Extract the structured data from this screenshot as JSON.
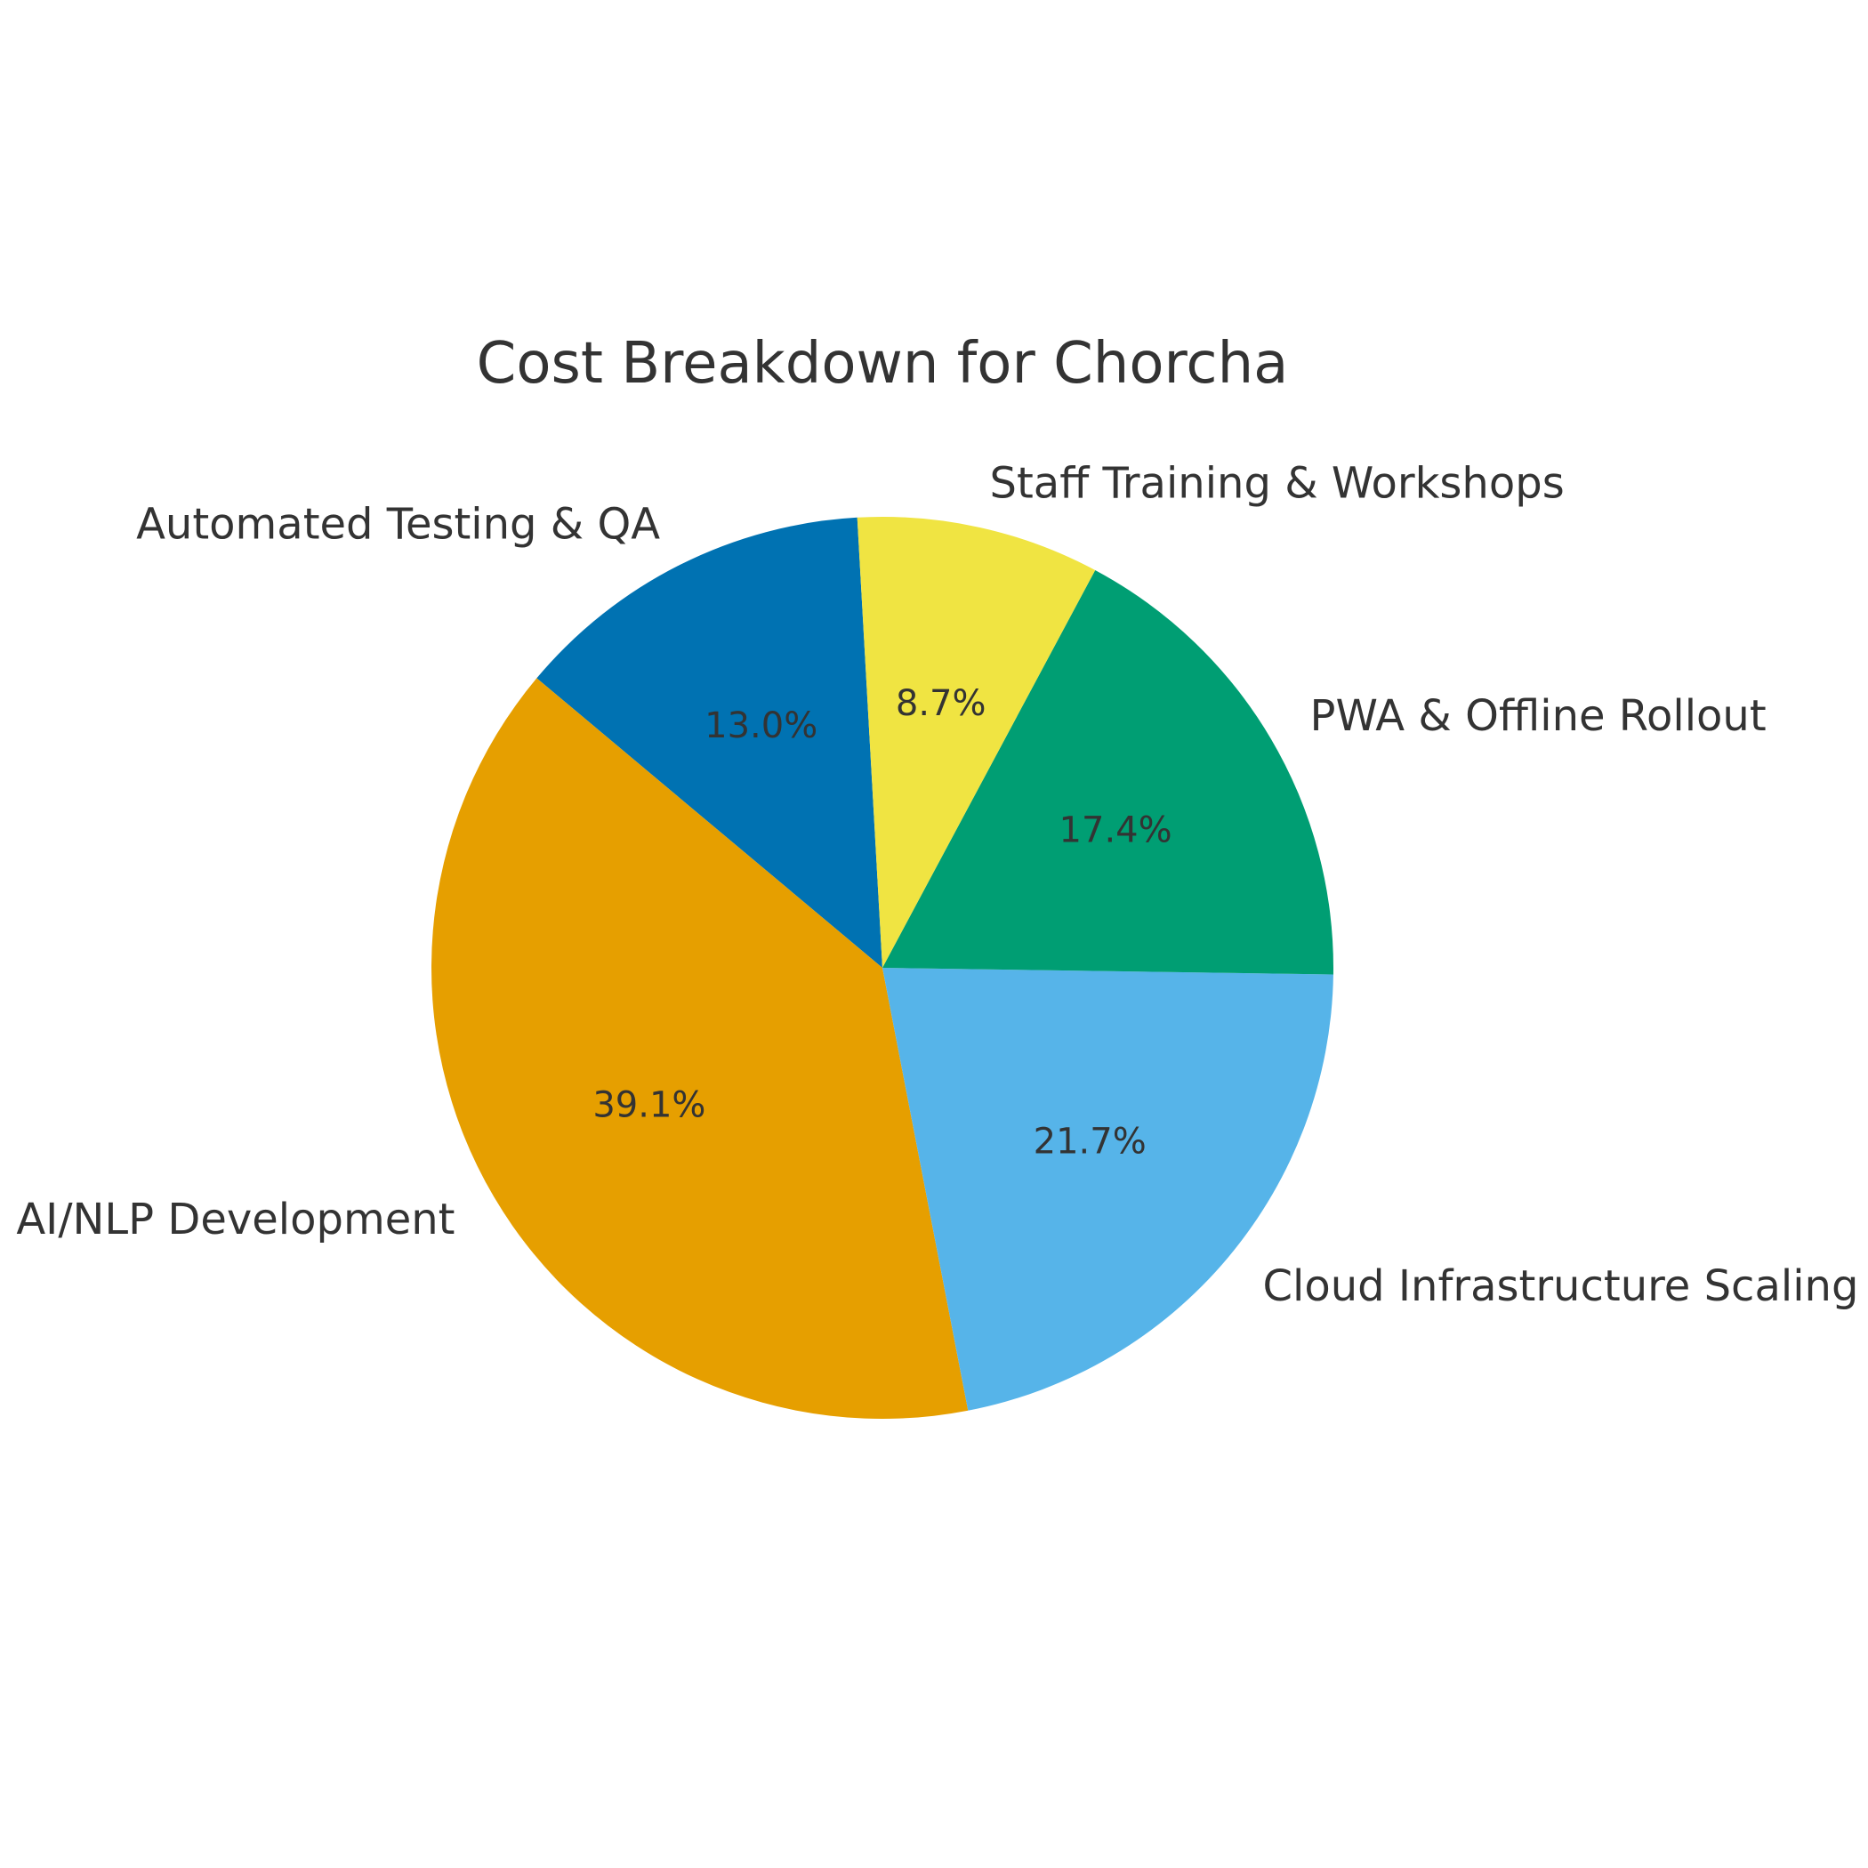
{
  "chart_data": {
    "type": "pie",
    "title": "Cost Breakdown for Chorcha",
    "direction": "counterclockwise",
    "slices": [
      {
        "label": "Automated Testing & QA",
        "value": 13.0,
        "value_label": "13.0%",
        "color": "#0072b2"
      },
      {
        "label": "AI/NLP Development",
        "value": 39.1,
        "value_label": "39.1%",
        "color": "#e69f00"
      },
      {
        "label": "Cloud Infrastructure Scaling",
        "value": 21.7,
        "value_label": "21.7%",
        "color": "#56b4e9"
      },
      {
        "label": "PWA & Offline Rollout",
        "value": 17.4,
        "value_label": "17.4%",
        "color": "#009e73"
      },
      {
        "label": "Staff Training & Workshops",
        "value": 8.7,
        "value_label": "8.7%",
        "color": "#f0e442"
      }
    ]
  }
}
